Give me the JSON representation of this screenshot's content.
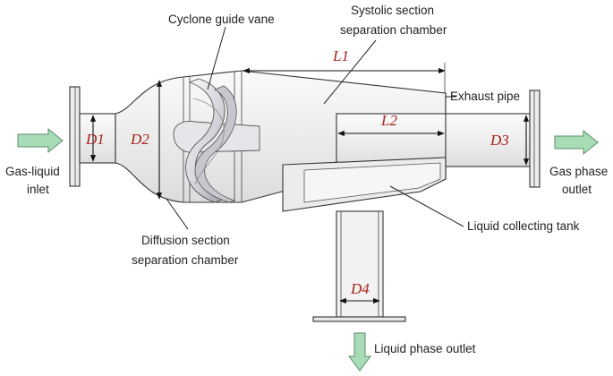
{
  "labels": {
    "cyclone_guide_vane": "Cyclone guide vane",
    "systolic_line1": "Systolic section",
    "systolic_line2": "separation chamber",
    "exhaust_pipe": "Exhaust pipe",
    "gas_liquid_line1": "Gas-liquid",
    "gas_liquid_line2": "inlet",
    "gas_phase_line1": "Gas phase",
    "gas_phase_line2": "outlet",
    "liquid_tank": "Liquid collecting tank",
    "diffusion_line1": "Diffusion section",
    "diffusion_line2": "separation chamber",
    "liquid_phase_outlet": "Liquid phase outlet"
  },
  "dimensions": {
    "d1": "D1",
    "d2": "D2",
    "d3": "D3",
    "d4": "D4",
    "l1": "L1",
    "l2": "L2"
  },
  "colors": {
    "flow_arrow": "#a8dcb6",
    "flow_arrow_stroke": "#5a8f6a",
    "dimension_text": "#a8201a",
    "body_fill": "#f0f0f0",
    "vane_fill": "#d9d9de"
  },
  "icons": {
    "inlet": "arrow-right-icon",
    "gas_outlet": "arrow-right-icon",
    "liquid_outlet": "arrow-down-icon"
  }
}
